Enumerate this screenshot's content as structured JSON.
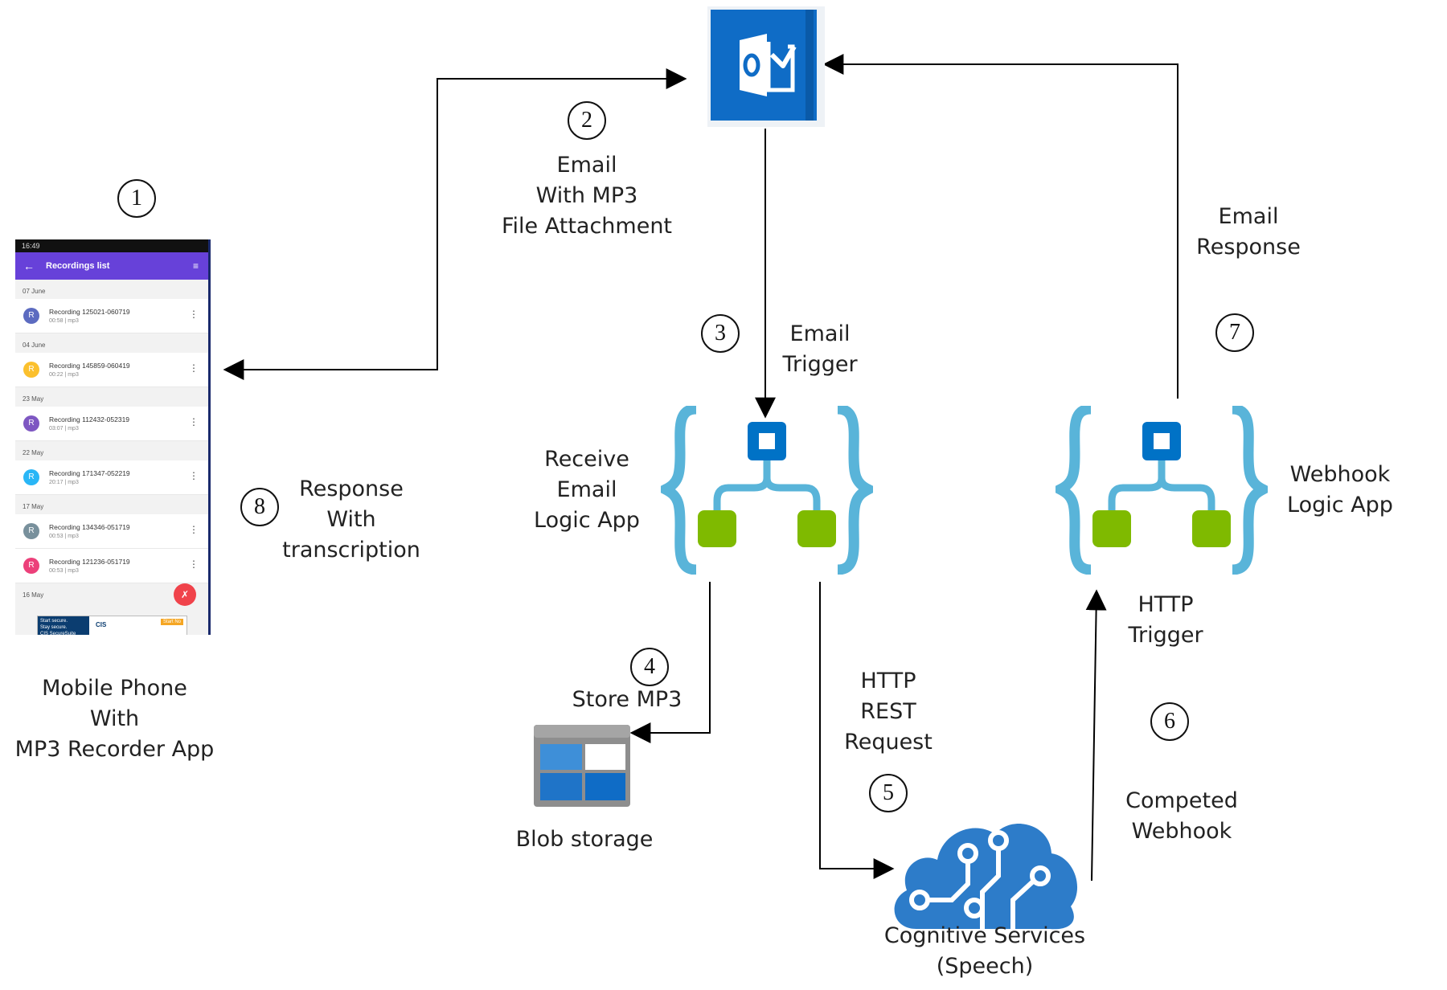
{
  "steps": [
    "1",
    "2",
    "3",
    "4",
    "5",
    "6",
    "7",
    "8"
  ],
  "labels": {
    "phone": "Mobile Phone\nWith\nMP3 Recorder App",
    "email_attach": "Email\nWith MP3\nFile Attachment",
    "email_trigger": "Email\nTrigger",
    "email_response": "Email\nResponse",
    "receive_app": "Receive\nEmail\nLogic App",
    "webhook_app": "Webhook\nLogic App",
    "response_transcription": "Response\nWith\ntranscription",
    "store_mp3": "Store MP3",
    "blob_storage": "Blob storage",
    "http_rest": "HTTP\nREST\nRequest",
    "http_trigger": "HTTP\nTrigger",
    "completed_webhook": "Competed\nWebhook",
    "cognitive": "Cognitive Services\n(Speech)"
  },
  "phone_screen": {
    "status_time": "16:49",
    "title": "Recordings list",
    "groups": [
      {
        "date": "07 June",
        "items": [
          {
            "name": "Recording 125021-060719",
            "meta": "00:58 | mp3",
            "color": "#5c6bc0"
          }
        ]
      },
      {
        "date": "04 June",
        "items": [
          {
            "name": "Recording 145859-060419",
            "meta": "00:22 | mp3",
            "color": "#fbc02d"
          }
        ]
      },
      {
        "date": "23 May",
        "items": [
          {
            "name": "Recording 112432-052319",
            "meta": "03:07 | mp3",
            "color": "#7e57c2"
          }
        ]
      },
      {
        "date": "22 May",
        "items": [
          {
            "name": "Recording 171347-052219",
            "meta": "20:17 | mp3",
            "color": "#29b6f6"
          }
        ]
      },
      {
        "date": "17 May",
        "items": [
          {
            "name": "Recording 134346-051719",
            "meta": "00:53 | mp3",
            "color": "#78909c"
          },
          {
            "name": "Recording 121236-051719",
            "meta": "00:53 | mp3",
            "color": "#ec407a"
          }
        ]
      }
    ],
    "trailing_date": "16 May",
    "ad_left": "Start secure.\nStay secure.\nCIS SecureSuite",
    "ad_brand": "CIS",
    "ad_cta": "Start No"
  },
  "colors": {
    "outlook_blue": "#0f6cc6",
    "logic_brace": "#59b4d9",
    "logic_node": "#0072c6",
    "logic_child": "#7fba00",
    "cloud": "#2d7cc9",
    "blob_frame": "#8e8e8e",
    "blob_tile": "#3e8fd8"
  },
  "icons": [
    "outlook-icon",
    "logic-app-icon",
    "blob-storage-icon",
    "cognitive-services-icon",
    "phone-screenshot"
  ]
}
